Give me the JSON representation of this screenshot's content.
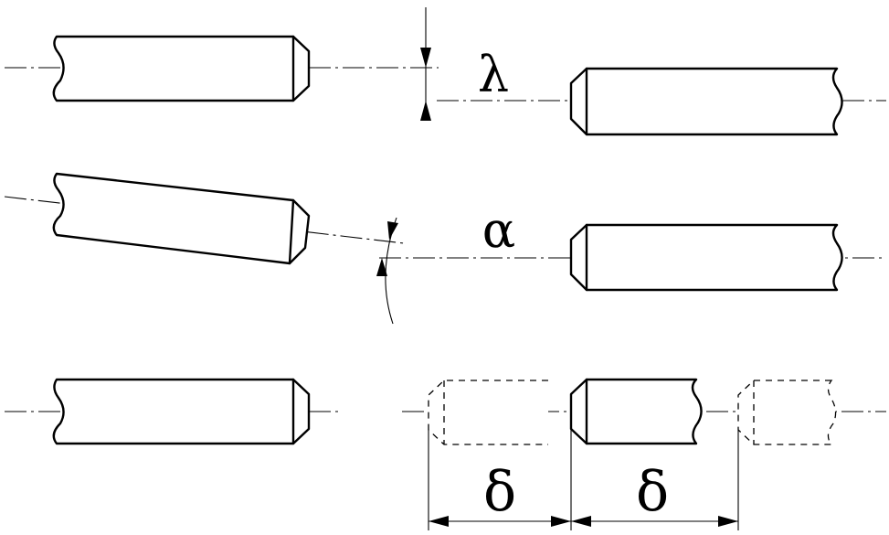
{
  "labels": {
    "offset_symbol": "λ",
    "angle_symbol": "α",
    "gap_symbol_left": "δ",
    "gap_symbol_right": "δ"
  },
  "colors": {
    "line": "#000000",
    "background": "#ffffff"
  }
}
